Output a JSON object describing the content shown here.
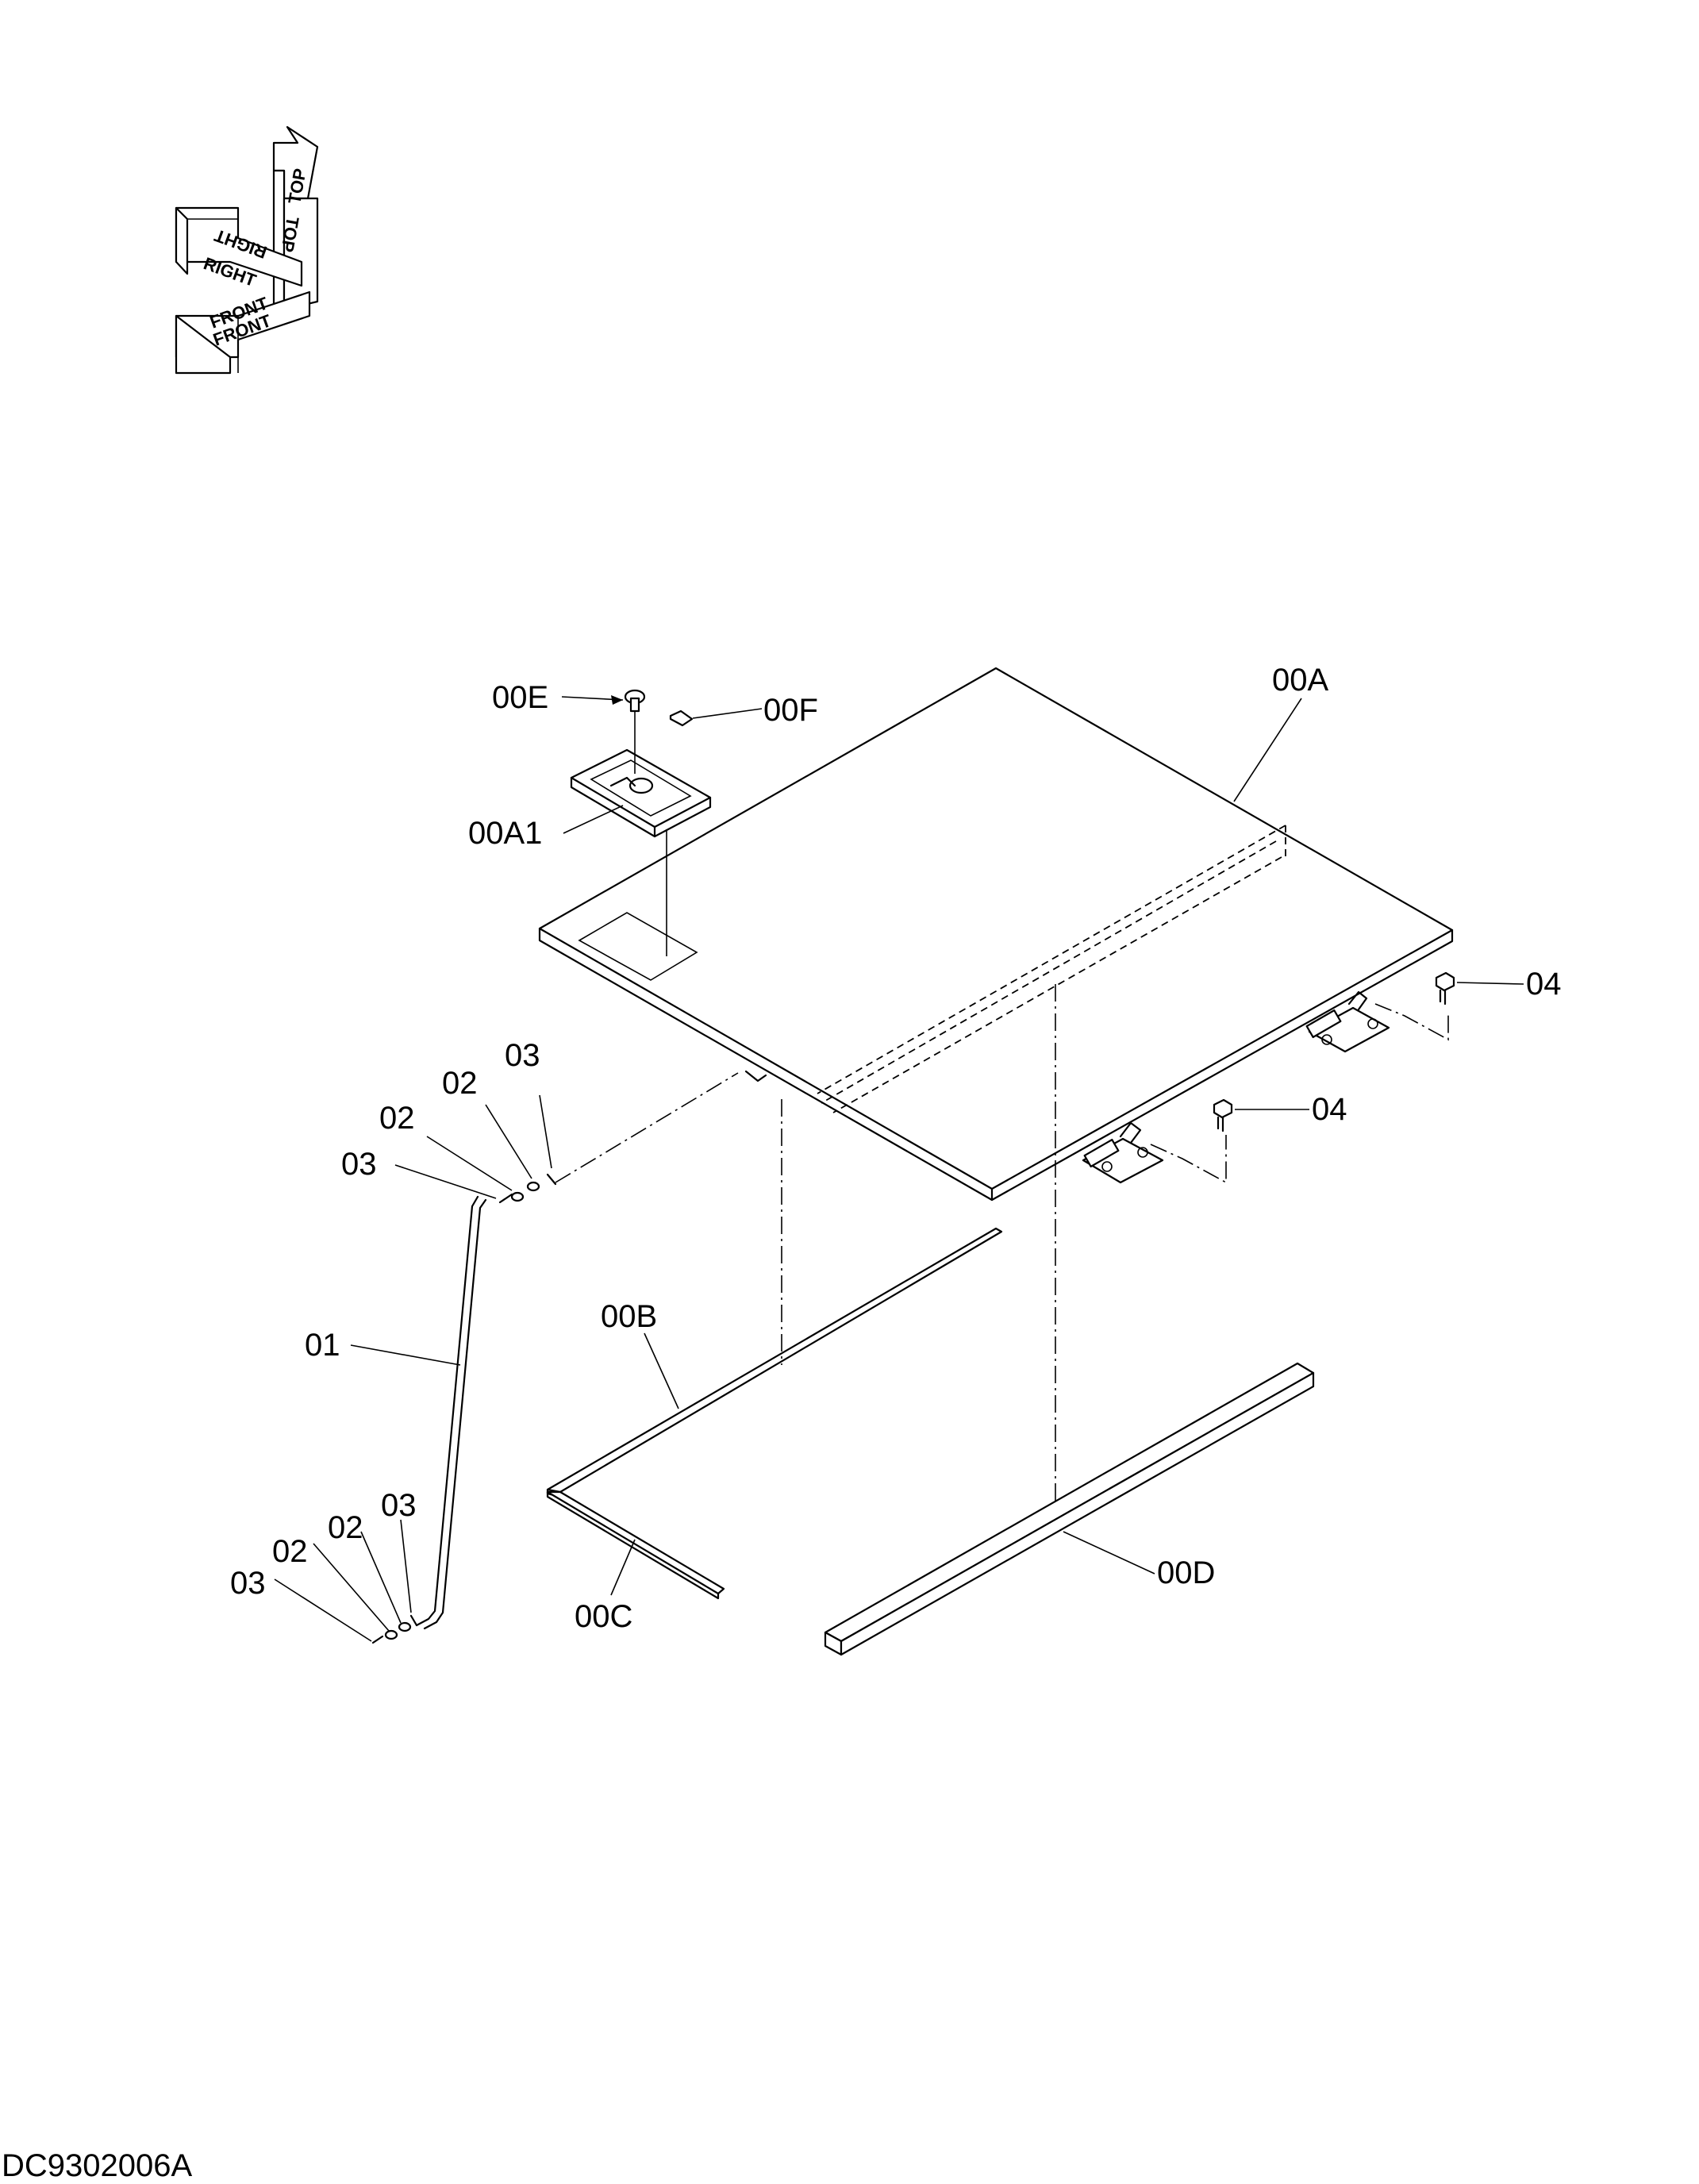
{
  "orientation": {
    "top": "TOP",
    "right": "RIGHT",
    "front": "FRONT"
  },
  "callouts": {
    "p00E": "00E",
    "p00F": "00F",
    "p00A": "00A",
    "p00A1": "00A1",
    "p04_right": "04",
    "p04_center": "04",
    "p03_top": "03",
    "p02_top": "02",
    "p02_mid": "02",
    "p03_mid": "03",
    "p01": "01",
    "p00B": "00B",
    "p00C": "00C",
    "p00D": "00D",
    "p03_bot_a": "03",
    "p02_bot_a": "02",
    "p02_bot_b": "02",
    "p03_bot_b": "03"
  },
  "document_id": "DC9302006A"
}
